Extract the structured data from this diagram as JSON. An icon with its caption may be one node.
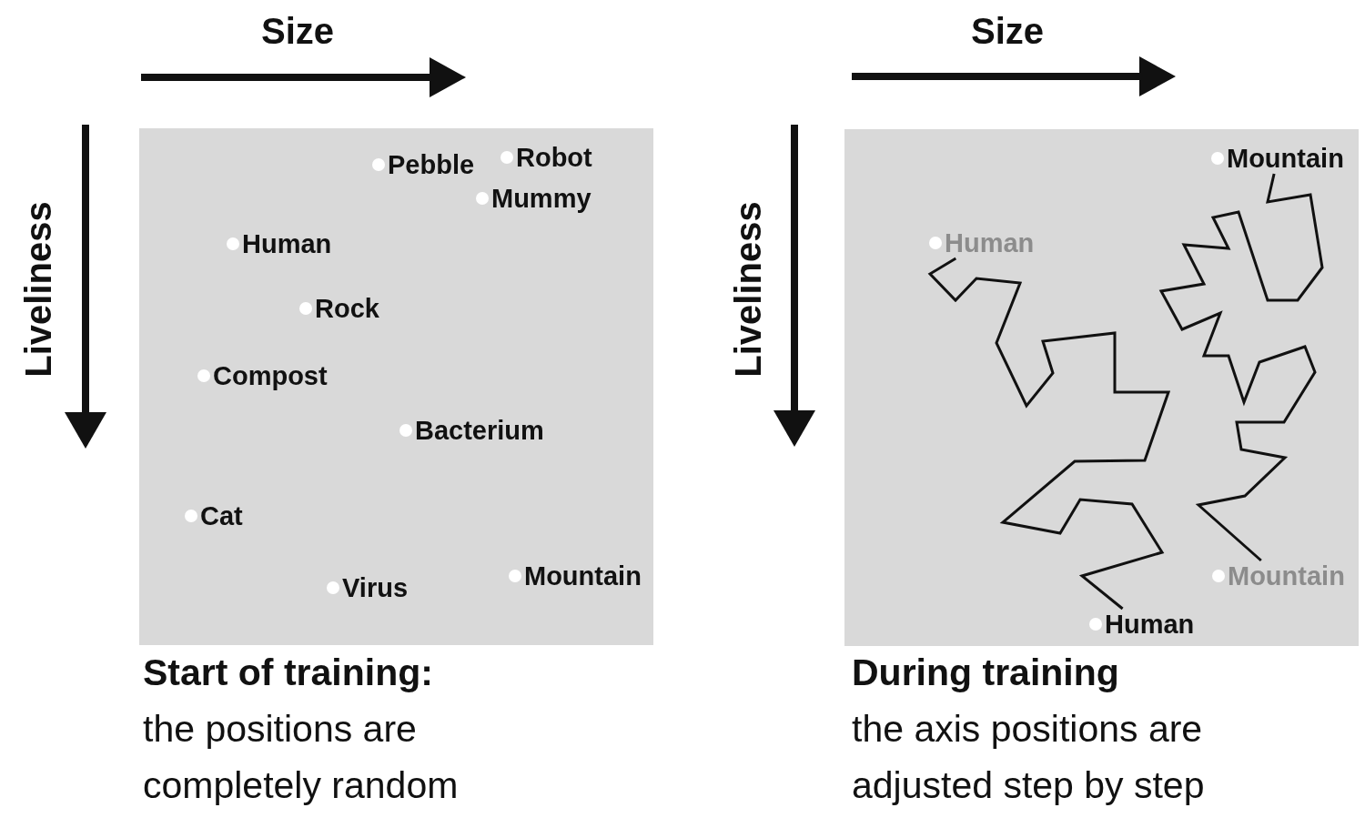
{
  "diagram": {
    "nodes": [
      {
        "text": [
          "Pebble",
          "Robot",
          "Mummy",
          "Human",
          "Rock",
          "Compost",
          "Bacterium",
          "Cat",
          "Virus",
          "Mountain"
        ],
        "beside": [
          "Start of training:",
          "the positions are completely random"
        ]
      },
      {
        "text": [],
        "shape": "box",
        "beside": [
          "During training",
          "the axis positions are adjusted step by step"
        ]
      },
      {
        "text": [
          "Mountain"
        ],
        "in": 1
      },
      {
        "text": [
          "Human"
        ],
        "in": 1
      },
      {
        "text": [
          "Mountain"
        ],
        "in": 1
      },
      {
        "text": [
          "Human"
        ],
        "in": 1
      }
    ],
    "edges": [
      {
        "from": 3,
        "to": 5,
        "arrow": "none"
      },
      {
        "from": 4,
        "to": 2,
        "arrow": "none"
      }
    ],
    "labels": [
      "Size",
      "Size",
      "Liveliness",
      "Liveliness"
    ]
  }
}
